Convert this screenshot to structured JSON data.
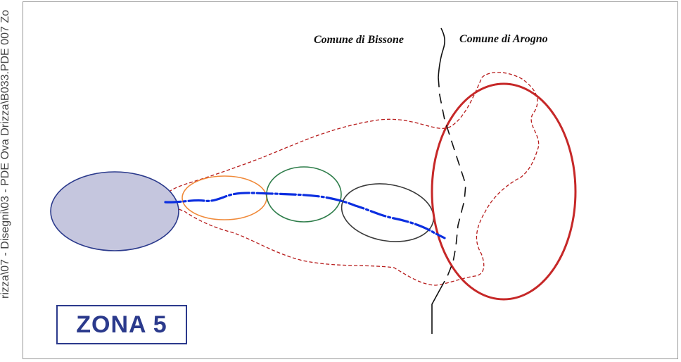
{
  "sidebar": {
    "path_text": "rizza\\07 - Disegni\\03 - PDE Ova Drizza\\B033.PDE 007 Zo"
  },
  "map": {
    "label_left": "Comune di Bissone",
    "label_right": "Comune di Arogno",
    "zone_label": "ZONA 5"
  },
  "colors": {
    "blue_fill": "#c5c6de",
    "blue_stroke": "#2b3a8c",
    "orange": "#f08a3a",
    "green": "#2e7d4a",
    "dark_gray": "#3a3a3a",
    "red_outline": "#c62828",
    "stream": "#0b2ee0",
    "border_dashed_red": "#b71c1c"
  }
}
